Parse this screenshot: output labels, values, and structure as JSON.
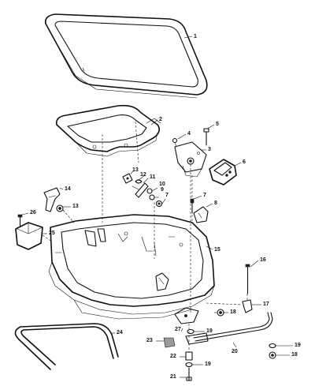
{
  "diagram": {
    "callouts": [
      {
        "id": "c1",
        "text": "1"
      },
      {
        "id": "c2",
        "text": "2"
      },
      {
        "id": "c3",
        "text": "3"
      },
      {
        "id": "c4",
        "text": "4"
      },
      {
        "id": "c5",
        "text": "5"
      },
      {
        "id": "c6",
        "text": "6"
      },
      {
        "id": "c7a",
        "text": "7"
      },
      {
        "id": "c7b",
        "text": "7"
      },
      {
        "id": "c8",
        "text": "8"
      },
      {
        "id": "c9",
        "text": "9"
      },
      {
        "id": "c10",
        "text": "10"
      },
      {
        "id": "c11",
        "text": "11"
      },
      {
        "id": "c12",
        "text": "12"
      },
      {
        "id": "c13a",
        "text": "13"
      },
      {
        "id": "c13b",
        "text": "13"
      },
      {
        "id": "c14",
        "text": "14"
      },
      {
        "id": "c15",
        "text": "15"
      },
      {
        "id": "c16",
        "text": "16"
      },
      {
        "id": "c17",
        "text": "17"
      },
      {
        "id": "c18",
        "text": "18"
      },
      {
        "id": "c19a",
        "text": "19"
      },
      {
        "id": "c19b",
        "text": "19"
      },
      {
        "id": "c19c",
        "text": "19"
      },
      {
        "id": "c20",
        "text": "20"
      },
      {
        "id": "c21",
        "text": "21"
      },
      {
        "id": "c22",
        "text": "22"
      },
      {
        "id": "c23",
        "text": "23"
      },
      {
        "id": "c24",
        "text": "24"
      },
      {
        "id": "c25",
        "text": "25"
      },
      {
        "id": "c26",
        "text": "26"
      },
      {
        "id": "c27",
        "text": "27"
      }
    ]
  }
}
